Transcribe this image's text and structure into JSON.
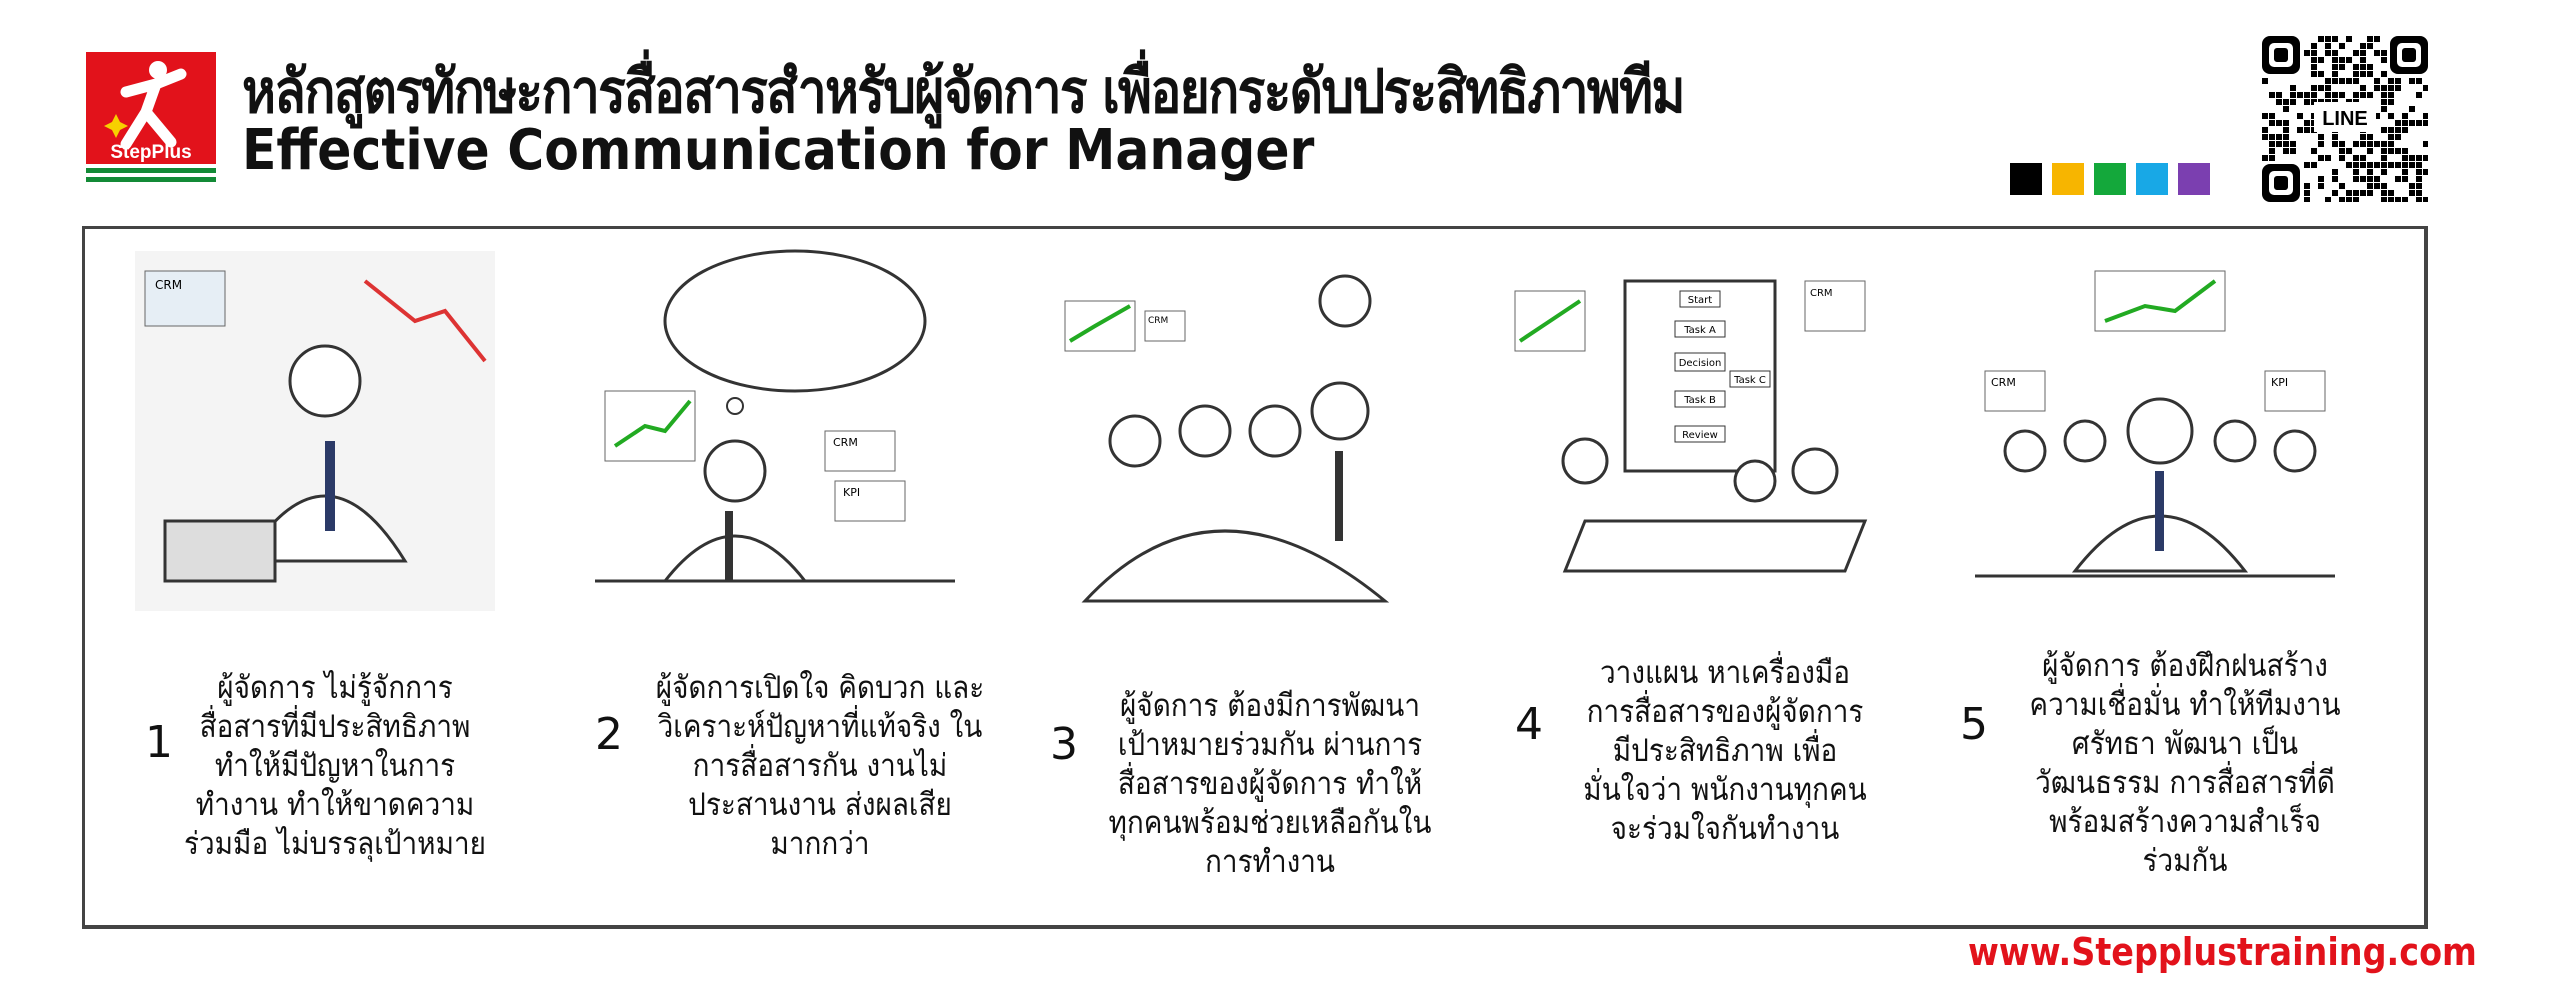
{
  "header": {
    "logo_text": "StepPlus",
    "title_th": "หลักสูตรทักษะการสื่อสารสำหรับผู้จัดการ เพื่อยกระดับประสิทธิภาพทีม",
    "title_en": "Effective Communication for Manager",
    "swatch_colors": [
      "#000000",
      "#f7b500",
      "#14a83b",
      "#18a8e6",
      "#7b3fb0"
    ],
    "qr_label": "LINE"
  },
  "steps": [
    {
      "number": "1",
      "text": "ผู้จัดการ ไม่รู้จักการ\nสื่อสารที่มีประสิทธิภาพ\nทำให้มีปัญหาในการ\nทำงาน ทำให้ขาดความ\nร่วมมือ ไม่บรรลุเป้าหมาย",
      "illustration": "stressed-manager",
      "labels": [
        "CRM"
      ]
    },
    {
      "number": "2",
      "text": "ผู้จัดการเปิดใจ คิดบวก และ\nวิเคราะห์ปัญหาที่แท้จริง ใน\nการสื่อสารกัน งานไม่\nประสานงาน ส่งผลเสีย\nมากกว่า",
      "illustration": "thinking-manager",
      "labels": [
        "CRM",
        "KPI"
      ]
    },
    {
      "number": "3",
      "text": "ผู้จัดการ ต้องมีการพัฒนา\nเป้าหมายร่วมกัน ผ่านการ\nสื่อสารของผู้จัดการ  ทำให้\nทุกคนพร้อมช่วยเหลือกันใน\nการทำงาน",
      "illustration": "team-handshake",
      "labels": [
        "CRM"
      ]
    },
    {
      "number": "4",
      "text": "วางแผน หาเครื่องมือ\nการสื่อสารของผู้จัดการ\nมีประสิทธิภาพ  เพื่อ\nมั่นใจว่า พนักงานทุกคน\nจะร่วมใจกันทำงาน",
      "illustration": "planning-meeting",
      "labels": [
        "Start",
        "Task A",
        "Decision",
        "Task B",
        "Task C",
        "Review",
        "CRM"
      ]
    },
    {
      "number": "5",
      "text": "ผู้จัดการ ต้องฝึกฝนสร้าง\nความเชื่อมั่น ทำให้ทีมงาน\nศรัทธา พัฒนา เป็น\nวัฒนธรรม การสื่อสารที่ดี\nพร้อมสร้างความสำเร็จ\nร่วมกัน",
      "illustration": "celebrating-team",
      "labels": [
        "CRM",
        "KPI"
      ]
    }
  ],
  "footer": {
    "website": "www.Stepplustraining.com"
  },
  "colors": {
    "brand_red": "#e2121b",
    "frame": "#444444"
  }
}
